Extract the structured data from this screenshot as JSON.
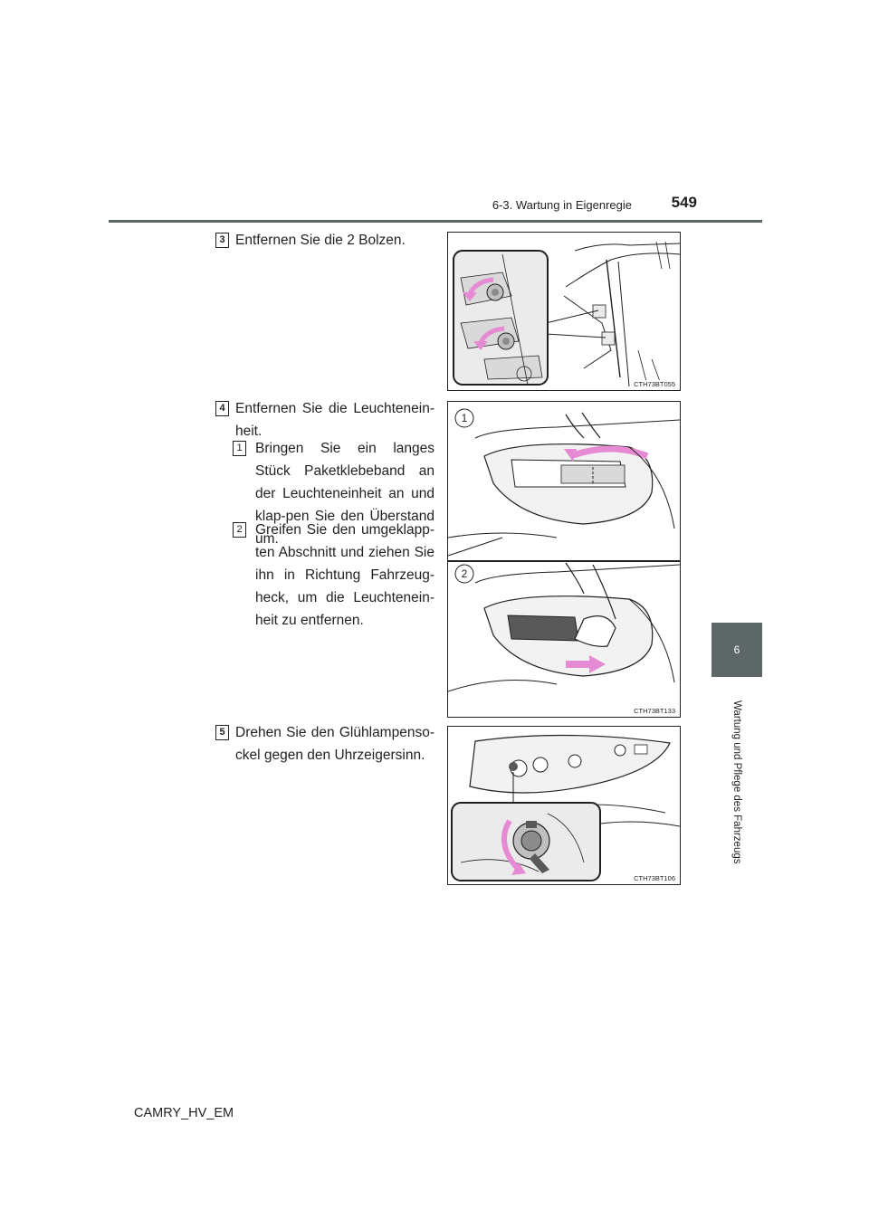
{
  "header": {
    "section": "6-3. Wartung in Eigenregie",
    "page_number": "549"
  },
  "side_tab": {
    "chapter_number": "6",
    "chapter_title": "Wartung und Pflege des Fahrzeugs"
  },
  "steps": [
    {
      "number": "3",
      "text": "Entfernen Sie die 2 Bolzen.",
      "figure_code": "CTH73BT055"
    },
    {
      "number": "4",
      "text": "Entfernen Sie die Leuchtenein-heit.",
      "substeps": [
        {
          "marker": "1",
          "text": "Bringen Sie ein langes Stück Paketklebeband an der Leuchteneinheit an und klap-pen Sie den Überstand um."
        },
        {
          "marker": "2",
          "text": "Greifen Sie den umgeklapp-ten Abschnitt und ziehen Sie ihn in Richtung Fahrzeug-heck, um die Leuchtenein-heit zu entfernen."
        }
      ],
      "figure_code": "CTH73BT133",
      "figure_labels": [
        "1",
        "2"
      ]
    },
    {
      "number": "5",
      "text": "Drehen Sie den Glühlampenso-ckel gegen den Uhrzeigersinn.",
      "figure_code": "CTH73BT106"
    }
  ],
  "footer": {
    "model": "CAMRY_HV_EM"
  },
  "colors": {
    "rule": "#5d6767",
    "arrow": "#e58ad3",
    "callout_fill": "#ebebeb",
    "text": "#231f20"
  }
}
